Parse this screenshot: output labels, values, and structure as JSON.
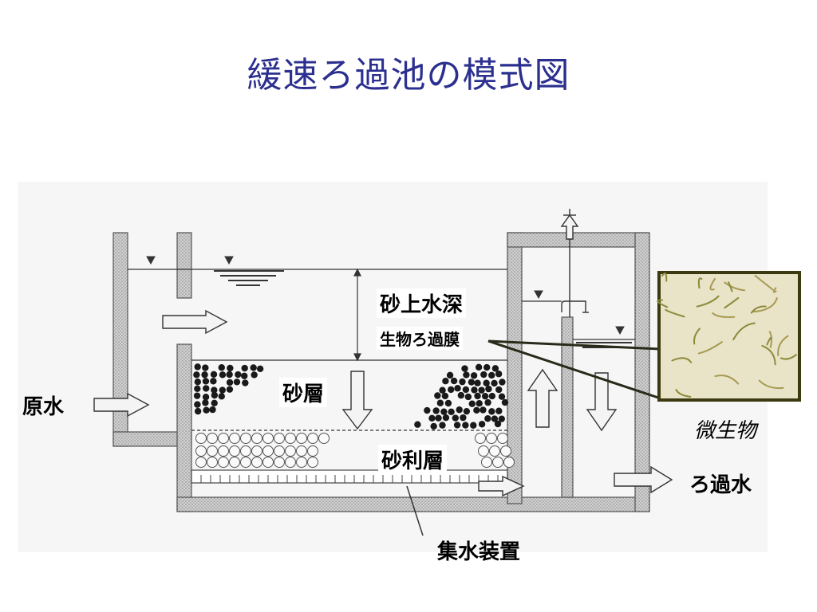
{
  "title": "緩速ろ過池の模式図",
  "labels": {
    "raw_water": "原水",
    "water_depth": "砂上水深",
    "bio_film": "生物ろ過膜",
    "sand_layer": "砂層",
    "gravel_layer": "砂利層",
    "collector": "集水装置",
    "filtered_water": "ろ過水",
    "microorganism": "微生物"
  }
}
